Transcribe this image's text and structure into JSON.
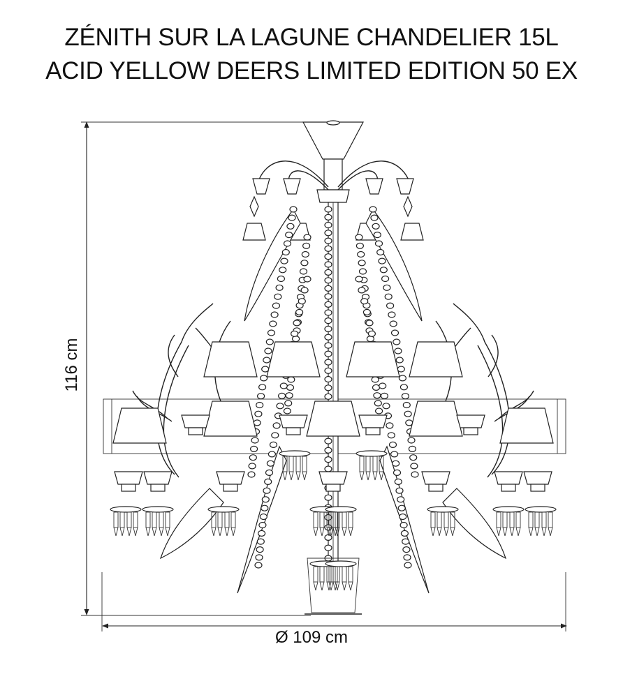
{
  "title": {
    "line1": "ZÉNITH SUR LA LAGUNE CHANDELIER 15L",
    "line2": "ACID YELLOW DEERS LIMITED EDITION 50 EX"
  },
  "dimensions": {
    "height": "116 cm",
    "diameter": "Ø 109 cm"
  }
}
